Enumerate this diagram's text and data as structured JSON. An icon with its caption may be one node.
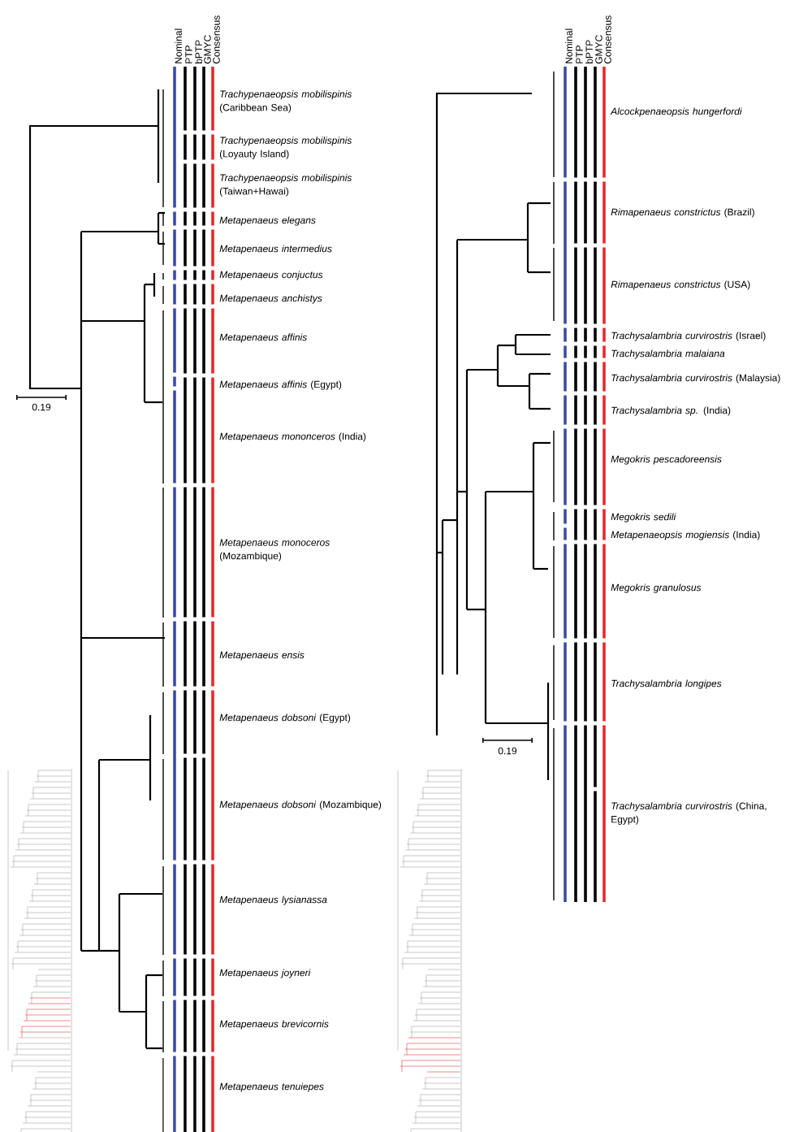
{
  "diagram": {
    "labels": [
      "Nominal",
      "PTP",
      "bPTP",
      "GMYC",
      "Consensus",
      "*Trachypenaeopsis mobilispinis* (Caribbean Sea)",
      "*Trachypenaeopsis mobilispinis* (Loyauty Island)",
      "*Trachypenaeopsis mobilispinis* (Taiwan+Hawai)",
      "Metapenaeus elegans",
      "Metapenaeus intermedius",
      "Metapenaeus conjuctus",
      "Metapenaeus anchistys",
      "Metapenaeus affinis",
      "*Metapenaeus affinis* (Egypt)",
      "*Metapenaeus mononceros* (India)",
      "*Metapenaeus monoceros* (Mozambique)",
      "Metapenaeus ensis",
      "*Metapenaeus dobsoni* (Egypt)",
      "*Metapenaeus dobsoni* (Mozambique)",
      "Metapenaeus lysianassa",
      "Metapenaeus joyneri",
      "Metapenaeus brevicornis",
      "Metapenaeus tenuiepes",
      "0.19",
      "Nominal",
      "PTP",
      "bPTP",
      "GMYC",
      "Consensus",
      "Alcockpenaeopsis hungerfordi",
      "*Rimapenaeus constrictus* (Brazil)",
      "*Rimapenaeus constrictus* (USA)",
      "*Trachysalambria curvirostris* (Israel)",
      "Trachysalambria malaiana",
      "*Trachysalambria curvirostris* (Malaysia)",
      "*Trachysalambria sp.* (India)",
      "Megokris pescadoreensis",
      "Megokris sedili",
      "*Metapenaeopsis mogiensis* (India)",
      "Megokris granulosus",
      "Trachysalambria longipes",
      "*Trachysalambria curvirostris* (China, Egypt)",
      "0.19"
    ]
  }
}
